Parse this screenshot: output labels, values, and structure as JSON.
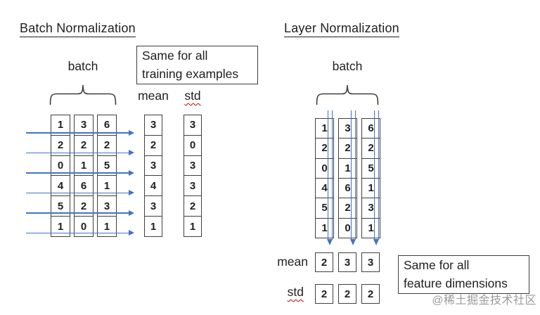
{
  "colors": {
    "arrow_blue": "#4472C4",
    "box_border": "#3f3f3f",
    "text": "#1f1f1f",
    "squiggle_red": "#c00000",
    "watermark_gray": "#9a9a9a"
  },
  "batch_norm": {
    "title": "Batch Normalization",
    "batch_label": "batch",
    "note": {
      "line1": "Same for all",
      "line2": "training examples"
    },
    "mean_label": "mean",
    "std_label": "std",
    "matrix_rows": [
      [
        1,
        3,
        6
      ],
      [
        2,
        2,
        2
      ],
      [
        0,
        1,
        5
      ],
      [
        4,
        6,
        1
      ],
      [
        5,
        2,
        3
      ],
      [
        1,
        0,
        1
      ]
    ],
    "mean": [
      3,
      2,
      3,
      4,
      3,
      1
    ],
    "std": [
      3,
      0,
      3,
      3,
      2,
      1
    ]
  },
  "layer_norm": {
    "title": "Layer Normalization",
    "batch_label": "batch",
    "note": {
      "line1": "Same for all",
      "line2": "feature dimensions"
    },
    "mean_label": "mean",
    "std_label": "std",
    "matrix_rows": [
      [
        1,
        3,
        6
      ],
      [
        2,
        2,
        2
      ],
      [
        0,
        1,
        5
      ],
      [
        4,
        6,
        1
      ],
      [
        5,
        2,
        3
      ],
      [
        1,
        0,
        1
      ]
    ],
    "mean": [
      2,
      3,
      3
    ],
    "std": [
      2,
      2,
      2
    ]
  },
  "watermark": {
    "text": "@稀土掘金技术社区"
  }
}
